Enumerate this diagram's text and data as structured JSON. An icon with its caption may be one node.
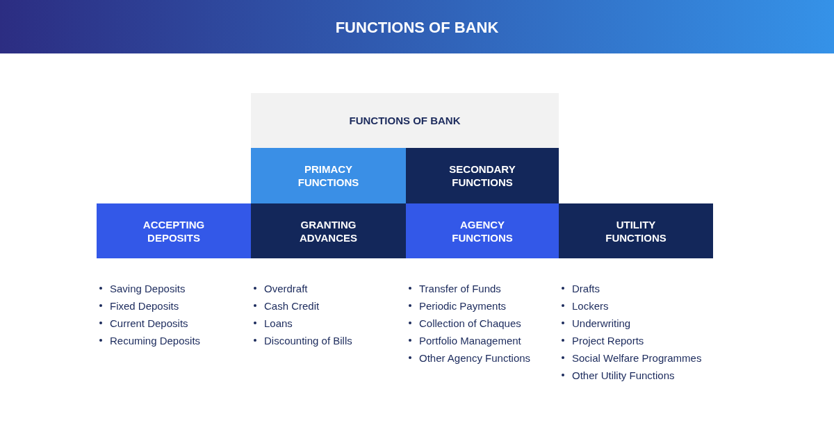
{
  "diagram": {
    "title": "FUNCTIONS OF BANK",
    "nodes": [
      {
        "text": [
          "FUNCTIONS OF BANK"
        ]
      },
      {
        "text": [
          "PRIMACY FUNCTIONS"
        ]
      },
      {
        "text": [
          "SECONDARY FUNCTIONS"
        ]
      },
      {
        "text": [
          "ACCEPTING DEPOSITS"
        ],
        "beside": [
          "Saving Deposits",
          "Fixed Deposits",
          "Current Deposits",
          "Recuming Deposits"
        ]
      },
      {
        "text": [
          "GRANTING ADVANCES"
        ],
        "beside": [
          "Overdraft",
          "Cash Credit",
          "Loans",
          "Discounting of Bills"
        ]
      },
      {
        "text": [
          "AGENCY FUNCTIONS"
        ],
        "beside": [
          "Transfer of Funds",
          "Periodic Payments",
          "Collection of Chaques",
          "Portfolio Management",
          "Other Agency Functions"
        ]
      },
      {
        "text": [
          "UTILITY FUNCTIONS"
        ],
        "beside": [
          "Drafts",
          "Lockers",
          "Underwriting",
          "Project Reports",
          "Social Welfare Programmes",
          "Other Utility Functions"
        ]
      }
    ],
    "edges": []
  }
}
